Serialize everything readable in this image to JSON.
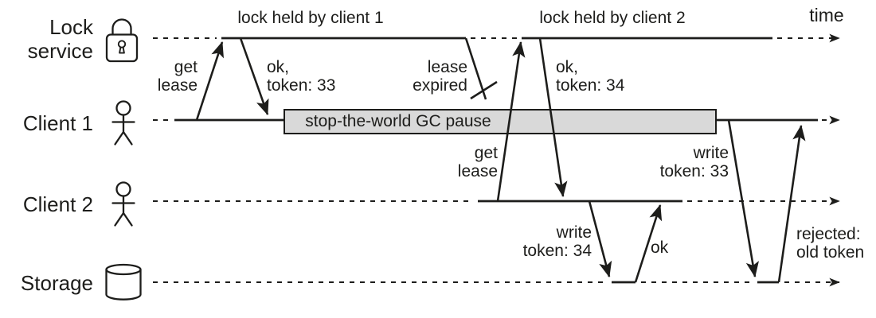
{
  "colors": {
    "ink": "#1d1d1b",
    "gc_box_fill": "#d9d9d9",
    "background": "#ffffff"
  },
  "lanes": [
    {
      "id": "lock-service",
      "label_lines": [
        "Lock",
        "service"
      ],
      "icon": "padlock-icon"
    },
    {
      "id": "client-1",
      "label_lines": [
        "Client 1"
      ],
      "icon": "person-icon"
    },
    {
      "id": "client-2",
      "label_lines": [
        "Client 2"
      ],
      "icon": "person-icon"
    },
    {
      "id": "storage",
      "label_lines": [
        "Storage"
      ],
      "icon": "database-icon"
    }
  ],
  "header": {
    "time_label": "time",
    "lock_spans": [
      {
        "label": "lock held by client 1"
      },
      {
        "label": "lock held by client 2"
      }
    ]
  },
  "gc_pause": {
    "label": "stop-the-world GC pause"
  },
  "messages": [
    {
      "id": "get-lease-1",
      "lines": [
        "get",
        "lease"
      ],
      "from": "client-1",
      "to": "lock-service"
    },
    {
      "id": "ok-token-33",
      "lines": [
        "ok,",
        "token: 33"
      ],
      "from": "lock-service",
      "to": "client-1"
    },
    {
      "id": "lease-expired",
      "lines": [
        "lease",
        "expired"
      ],
      "from": "lock-service",
      "to": "expiry-mark"
    },
    {
      "id": "get-lease-2",
      "lines": [
        "get",
        "lease"
      ],
      "from": "client-2",
      "to": "lock-service"
    },
    {
      "id": "ok-token-34",
      "lines": [
        "ok,",
        "token: 34"
      ],
      "from": "lock-service",
      "to": "client-2"
    },
    {
      "id": "write-token-34",
      "lines": [
        "write",
        "token: 34"
      ],
      "from": "client-2",
      "to": "storage"
    },
    {
      "id": "ok-write",
      "lines": [
        "ok"
      ],
      "from": "storage",
      "to": "client-2"
    },
    {
      "id": "write-token-33",
      "lines": [
        "write",
        "token: 33"
      ],
      "from": "client-1",
      "to": "storage"
    },
    {
      "id": "rejected-old-token",
      "lines": [
        "rejected:",
        "old token"
      ],
      "from": "storage",
      "to": "client-1"
    }
  ]
}
